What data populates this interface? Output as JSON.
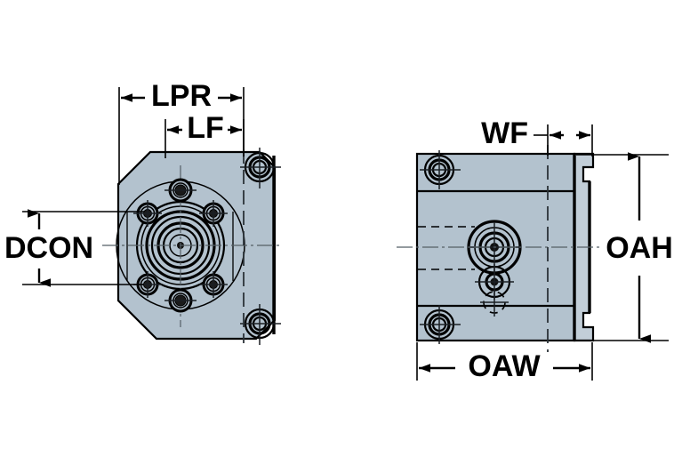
{
  "drawing": {
    "title": "Technical dimensional drawing",
    "background_color": "#ffffff",
    "body_fill_color": "#b3c2ce",
    "line_color": "#000000",
    "center_line_color": "#555f66"
  },
  "dimensions": {
    "lpr": {
      "label": "LPR",
      "view": "front",
      "orientation": "horizontal"
    },
    "lf": {
      "label": "LF",
      "view": "front",
      "orientation": "horizontal"
    },
    "dcon": {
      "label": "DCON",
      "view": "front",
      "orientation": "vertical"
    },
    "wf": {
      "label": "WF",
      "view": "side",
      "orientation": "horizontal"
    },
    "oah": {
      "label": "OAH",
      "view": "side",
      "orientation": "vertical"
    },
    "oaw": {
      "label": "OAW",
      "view": "side",
      "orientation": "horizontal"
    }
  },
  "views": {
    "front": {
      "name": "front-view",
      "description": "Octagonal flange body with central bore, bolt circle and four corner mounting holes"
    },
    "side": {
      "name": "side-view",
      "description": "Rectangular side profile with coupling bore, drive pin and stepped right edge"
    }
  }
}
